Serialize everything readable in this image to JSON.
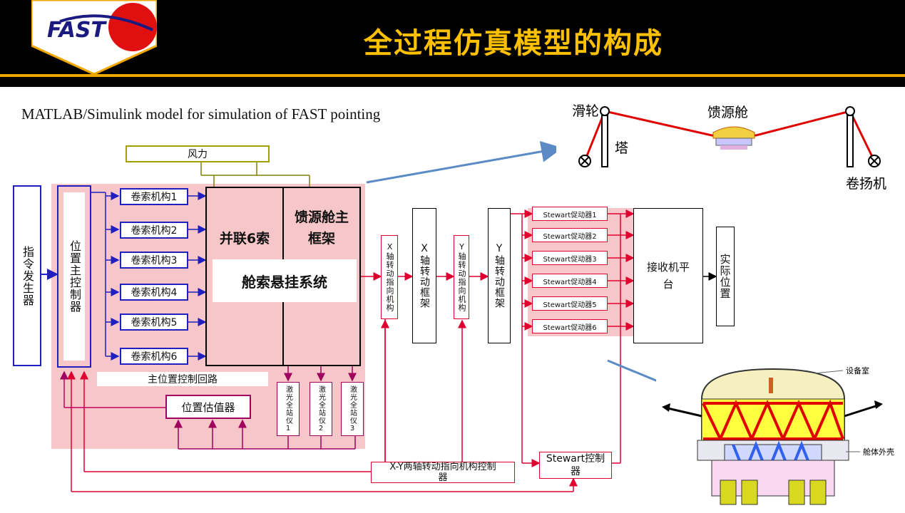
{
  "header": {
    "title": "全过程仿真模型的构成",
    "logo_text": "FAST"
  },
  "caption": "MATLAB/Simulink model for simulation of FAST pointing",
  "diagram": {
    "wind": "风力",
    "cmd_gen": "指令发生器",
    "pos_master": "位置主控制器",
    "winches": [
      "卷索机构1",
      "卷索机构2",
      "卷索机构3",
      "卷索机构4",
      "卷索机构5",
      "卷索机构6"
    ],
    "parallel": "并联6索",
    "cabin_frame": "馈源舱主框架",
    "suspension": "舱索悬挂系统",
    "loop": "主位置控制回路",
    "estimator": "位置估值器",
    "laser": [
      "激光全站仪1",
      "激光全站仪2",
      "激光全站仪3"
    ],
    "x_drive": "X轴转动指向机构",
    "x_frame": "X轴转动框架",
    "y_drive": "Y轴转动指向机构",
    "y_frame": "Y轴转动框架",
    "stewart_acts": [
      "Stewart促动器1",
      "Stewart促动器2",
      "Stewart促动器3",
      "Stewart促动器4",
      "Stewart促动器5",
      "Stewart促动器6"
    ],
    "receiver": "接收机平台",
    "actual_pos": "实际位置",
    "stewart_ctrl": "Stewart控制器",
    "xy_ctrl": "X-Y两轴转动指向机构控制器"
  },
  "cable_inset": {
    "pulley": "滑轮",
    "tower": "塔",
    "cabin": "馈源舱",
    "winch": "卷扬机"
  },
  "cabin_inset": {
    "equipment_room": "设备室",
    "shell": "舱体外壳"
  },
  "colors": {
    "title": "#ffc000",
    "accent_line": "#f0a800",
    "pink": "#f7c6c8",
    "blue_line": "#2020c0",
    "red_line": "#e00030",
    "cable": "#e00000",
    "arrow_blue": "#5b8ac6"
  }
}
